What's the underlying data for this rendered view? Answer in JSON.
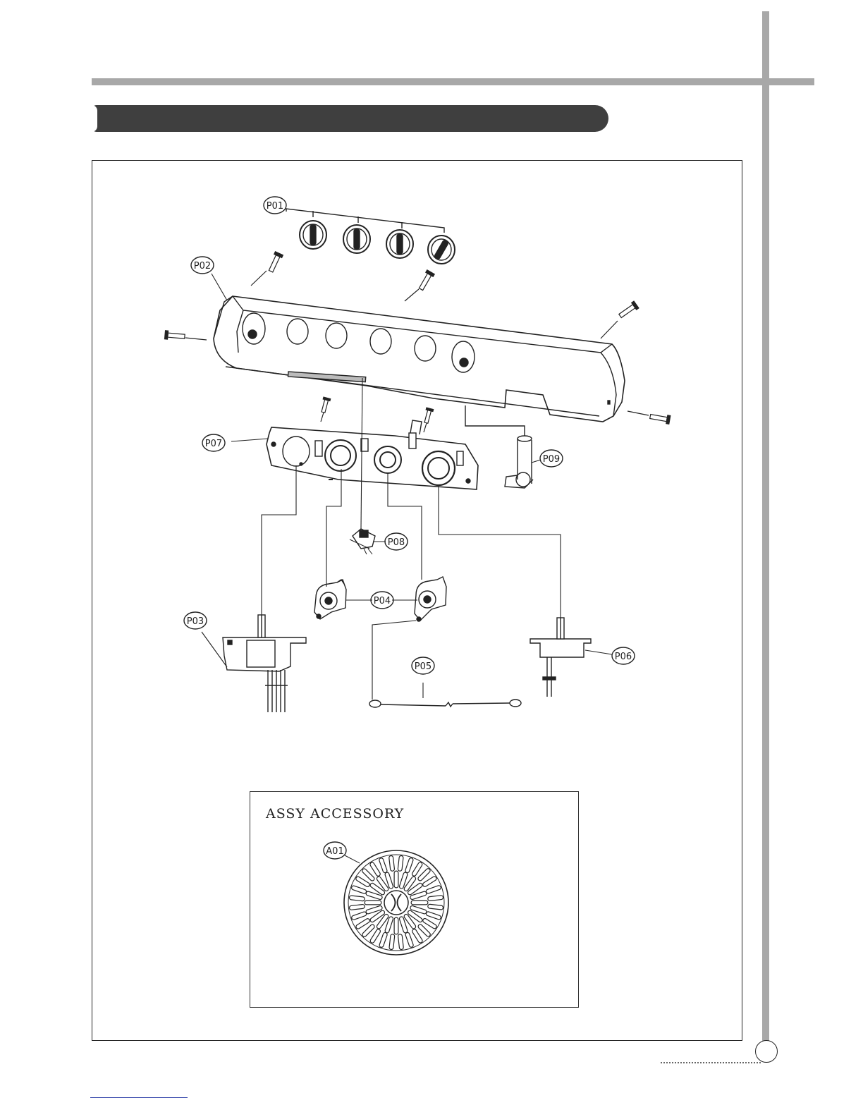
{
  "labels": {
    "p01": "P01",
    "p02": "P02",
    "p03": "P03",
    "p04": "P04",
    "p05": "P05",
    "p06": "P06",
    "p07": "P07",
    "p08": "P08",
    "p09": "P09",
    "a01": "A01"
  },
  "accessory_title": "ASSY ACCESSORY"
}
